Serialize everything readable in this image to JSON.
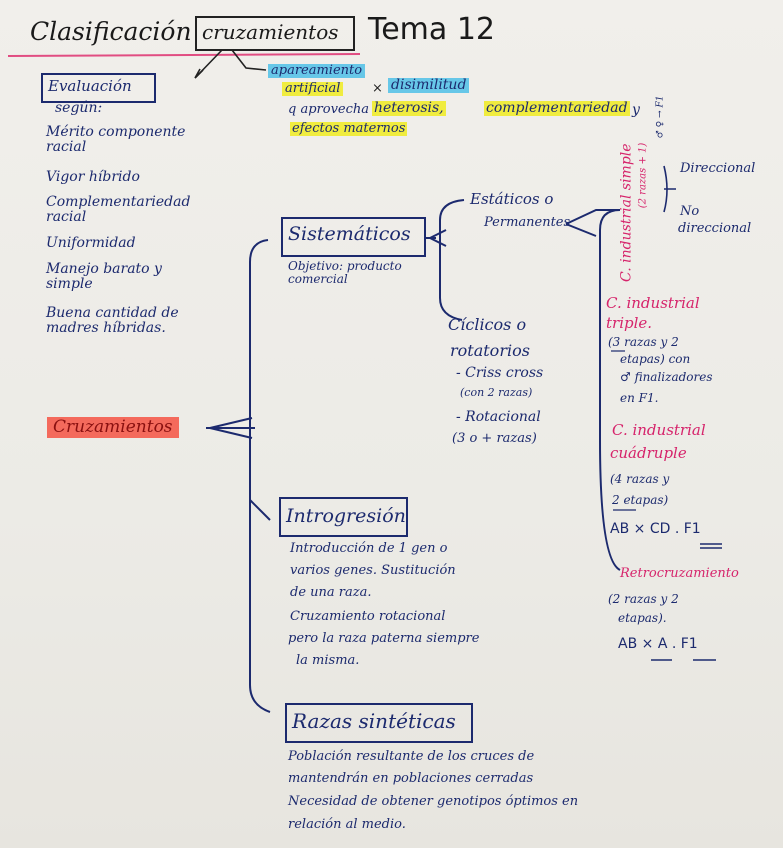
{
  "header": {
    "title_part1": "Clasificación",
    "title_part2": "cruzamientos",
    "topic": "Tema 12"
  },
  "definition": {
    "line1a": "apareamiento",
    "line1b": "artificial",
    "line1c": "×",
    "line1d": "disimilitud",
    "line2a": "q aprovecha",
    "line2b": "heterosis,",
    "line2c": "complementariedad",
    "line2d": "y",
    "line3": "efectos maternos"
  },
  "evaluation": {
    "title": "Evaluación",
    "subtitle": "según:",
    "items": [
      "Mérito componente racial",
      "Vigor híbrido",
      "Complementariedad racial",
      "Uniformidad",
      "Manejo barato y simple",
      "Buena cantidad de madres híbridas."
    ]
  },
  "root": {
    "label": "Cruzamientos"
  },
  "sistematicos": {
    "title": "Sistemáticos",
    "desc": "Objetivo: producto comercial"
  },
  "estaticos": {
    "title": "Estáticos o",
    "title2": "Permanentes"
  },
  "industrial_simple": {
    "title": "C. industrial simple",
    "note": "(2 razas + 1)",
    "side_note": "♂ ♀ → F1",
    "dir": "Direccional",
    "nodir1": "No",
    "nodir2": "direccional"
  },
  "industrial_triple": {
    "title": "C. industrial triple.",
    "desc1": "(3 razas y 2",
    "desc2": "etapas) con",
    "desc3": "♂ finalizadores",
    "desc4": "en F1."
  },
  "industrial_cuadruple": {
    "title1": "C. industrial",
    "title2": "cuádruple",
    "desc1": "(4 razas y",
    "desc2": "2 etapas)",
    "formula": "AB × CD . F1"
  },
  "retro": {
    "title": "Retrocruzamiento",
    "desc1": "(2 razas y 2",
    "desc2": "etapas).",
    "formula": "AB × A . F1"
  },
  "ciclicos": {
    "title1": "Cíclicos o",
    "title2": "rotatorios",
    "item1a": "- Criss cross",
    "item1b": "(con 2 razas)",
    "item2a": "- Rotacional",
    "item2b": "(3 o + razas)"
  },
  "introgresion": {
    "title": "Introgresión",
    "lines": [
      "Introducción de 1 gen o",
      "varios genes. Sustitución",
      "de una raza.",
      "Cruzamiento rotacional",
      "pero la raza paterna siempre",
      "la misma."
    ]
  },
  "sinteticas": {
    "title": "Razas sintéticas",
    "lines": [
      "Población resultante de los cruces de",
      "mantendrán en poblaciones cerradas",
      "Necesidad de obtener genotipos óptimos en",
      "relación al medio."
    ]
  }
}
